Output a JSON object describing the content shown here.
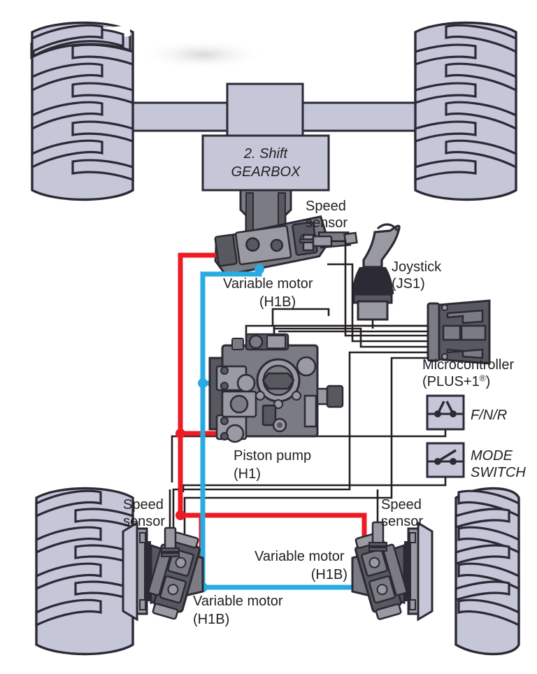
{
  "diagram": {
    "title": "Hydrostatic drivetrain schematic",
    "background": "#ffffff"
  },
  "colors": {
    "line_red": "#ED1C24",
    "line_blue": "#29ABE2",
    "outline": "#2b2a35",
    "tire_fill": "#c6c6d9",
    "body_fill": "#c6c6d9",
    "metal_dark": "#58585f",
    "metal_mid": "#7b7b83",
    "metal_light": "#9a9aa2",
    "text": "#231f20",
    "wire_black": "#231f20"
  },
  "labels": {
    "gearbox_line1": "2. Shift",
    "gearbox_line2": "GEARBOX",
    "speed_sensor_top": "Speed\nsensor",
    "speed_sensor_top_l1": "Speed",
    "speed_sensor_top_l2": "sensor",
    "variable_motor_top_l1": "Variable motor",
    "variable_motor_top_l2": "(H1B)",
    "joystick_l1": "Joystick",
    "joystick_l2": "(JS1)",
    "microcontroller_l1": "Microcontroller",
    "microcontroller_l2_pre": "(PLUS+1",
    "microcontroller_l2_sup": "®",
    "microcontroller_l2_post": ")",
    "fnr": "F/N/R",
    "mode_switch_l1": "MODE",
    "mode_switch_l2": "SWITCH",
    "piston_pump_l1": "Piston pump",
    "piston_pump_l2": "(H1)",
    "speed_sensor_bl_l1": "Speed",
    "speed_sensor_bl_l2": "sensor",
    "speed_sensor_br_l1": "Speed",
    "speed_sensor_br_l2": "sensor",
    "variable_motor_bl_l1": "Variable motor",
    "variable_motor_bl_l2": "(H1B)",
    "variable_motor_br_l1": "Variable motor",
    "variable_motor_br_l2": "(H1B)"
  },
  "components": [
    {
      "name": "wheel-front-left",
      "type": "tire"
    },
    {
      "name": "wheel-front-right",
      "type": "tire"
    },
    {
      "name": "wheel-rear-left",
      "type": "tire"
    },
    {
      "name": "wheel-rear-right",
      "type": "tire"
    },
    {
      "name": "gearbox",
      "type": "box",
      "label": "2. Shift GEARBOX"
    },
    {
      "name": "variable-motor-top",
      "type": "motor",
      "label": "Variable motor (H1B)"
    },
    {
      "name": "variable-motor-rear-left",
      "type": "motor",
      "label": "Variable motor (H1B)"
    },
    {
      "name": "variable-motor-rear-right",
      "type": "motor",
      "label": "Variable motor (H1B)"
    },
    {
      "name": "piston-pump",
      "type": "pump",
      "label": "Piston pump (H1)"
    },
    {
      "name": "joystick",
      "type": "control",
      "label": "Joystick (JS1)"
    },
    {
      "name": "microcontroller",
      "type": "controller",
      "label": "Microcontroller (PLUS+1®)"
    },
    {
      "name": "fnr-switch",
      "type": "switch",
      "label": "F/N/R"
    },
    {
      "name": "mode-switch",
      "type": "switch",
      "label": "MODE SWITCH"
    },
    {
      "name": "speed-sensor-top",
      "type": "sensor",
      "label": "Speed sensor"
    },
    {
      "name": "speed-sensor-rear-left",
      "type": "sensor",
      "label": "Speed sensor"
    },
    {
      "name": "speed-sensor-rear-right",
      "type": "sensor",
      "label": "Speed sensor"
    }
  ]
}
